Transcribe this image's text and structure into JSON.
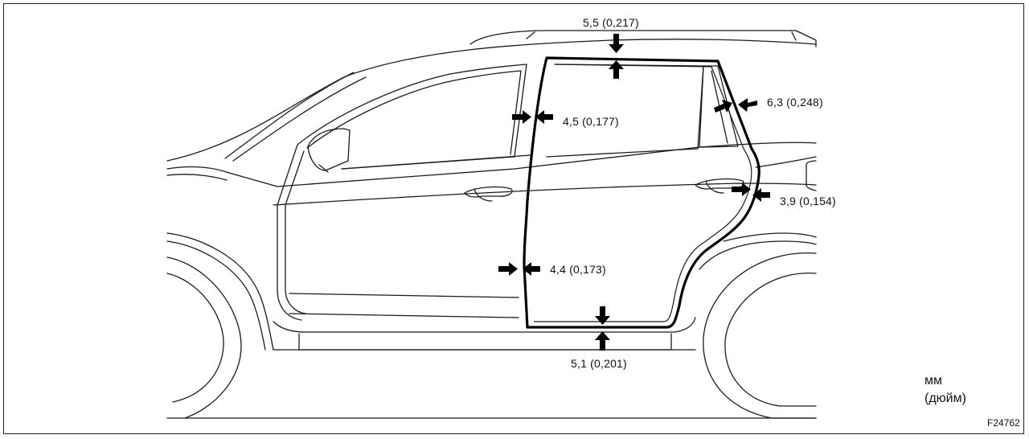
{
  "measurements": {
    "top": "5,5  (0,217)",
    "pillar_upper": "4,5  (0,177)",
    "rear_upper": "6,3  (0,248)",
    "rear_lower": "3,9  (0,154)",
    "pillar_lower": "4,4  (0,173)",
    "bottom": "5,1  (0,201)"
  },
  "units": {
    "metric": "мм",
    "imperial": "(дюйм)"
  },
  "figure_id": "F24762",
  "colors": {
    "line": "#1a1a1a",
    "seal": "#000000",
    "background": "#ffffff"
  }
}
